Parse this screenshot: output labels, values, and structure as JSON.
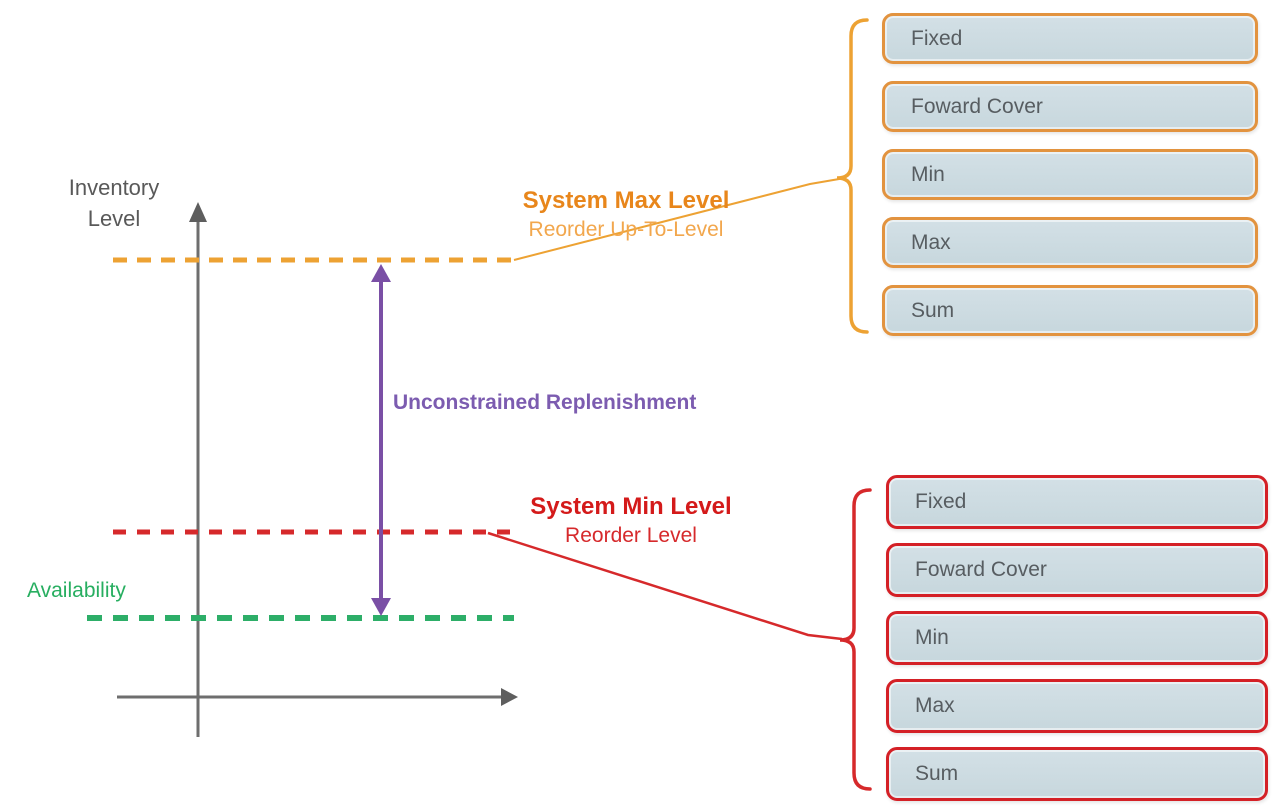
{
  "axis": {
    "label_line1": "Inventory",
    "label_line2": "Level",
    "color": "#6E6E6E",
    "text_color": "#595959"
  },
  "levels": {
    "system_max": {
      "title": "System Max Level",
      "subtitle": "Reorder Up-To-Level",
      "line_color": "#EDA233",
      "title_color": "#E8861B",
      "subtitle_color": "#F2A74D"
    },
    "system_min": {
      "title": "System Min Level",
      "subtitle": "Reorder Level",
      "line_color": "#D6292B",
      "title_color": "#D41A1A"
    },
    "availability": {
      "label": "Availability",
      "line_color": "#2DAE68",
      "text_color": "#27AE60"
    }
  },
  "replenishment": {
    "label": "Unconstrained Replenishment",
    "color": "#7C5CB0",
    "arrow_color": "#7A4FA5"
  },
  "panels": {
    "system_max": {
      "border_color": "#E2933F",
      "fill_color": "#CBDBE1",
      "items": [
        {
          "label": "Fixed"
        },
        {
          "label": "Foward Cover"
        },
        {
          "label": "Min"
        },
        {
          "label": "Max"
        },
        {
          "label": "Sum"
        }
      ]
    },
    "system_min": {
      "border_color": "#D42026",
      "fill_color": "#CBDBE1",
      "items": [
        {
          "label": "Fixed"
        },
        {
          "label": "Foward Cover"
        },
        {
          "label": "Min"
        },
        {
          "label": "Max"
        },
        {
          "label": "Sum"
        }
      ]
    }
  }
}
